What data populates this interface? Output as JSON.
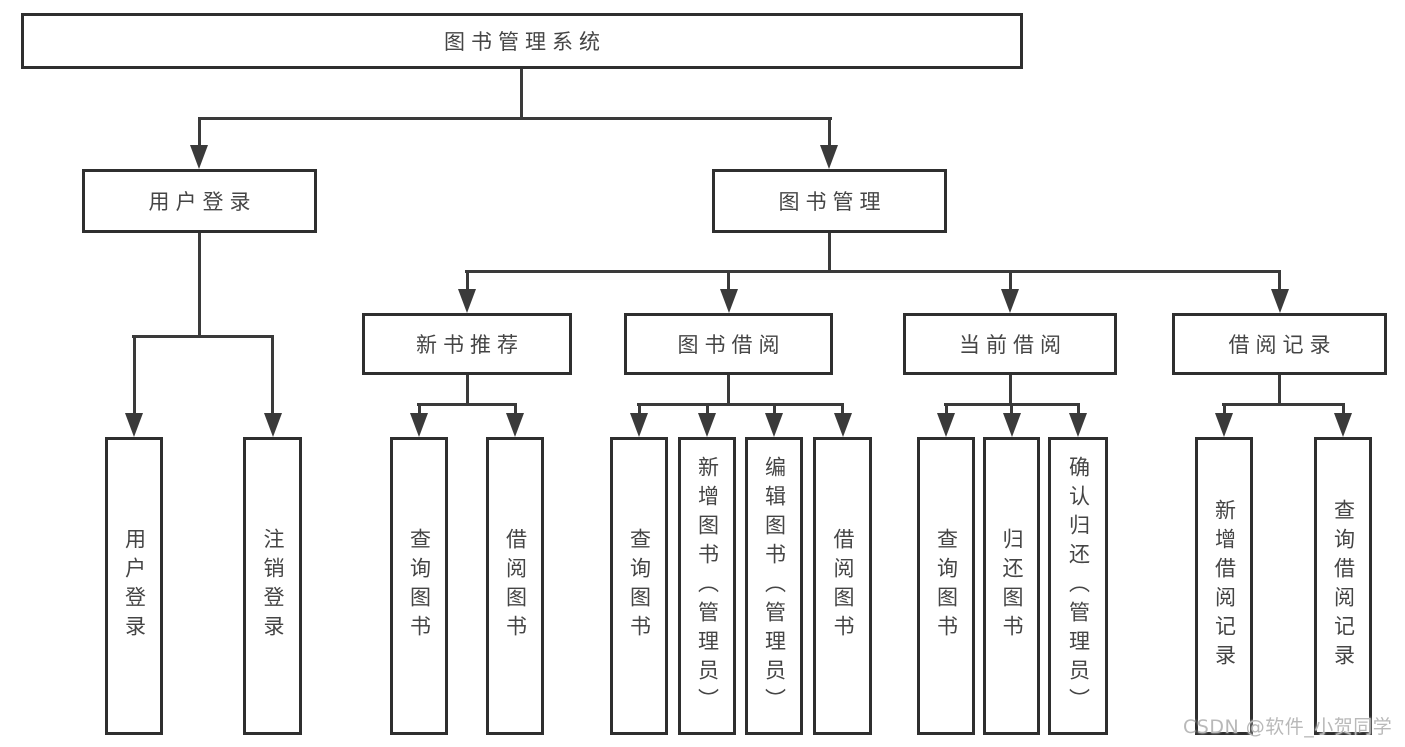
{
  "title": {
    "label": "图书管理系统"
  },
  "branches": {
    "user_login": {
      "label": "用户登录"
    },
    "book_mgmt": {
      "label": "图书管理"
    }
  },
  "modules": {
    "new_books": {
      "label": "新书推荐"
    },
    "book_borrow": {
      "label": "图书借阅"
    },
    "current_borrow": {
      "label": "当前借阅"
    },
    "borrow_records": {
      "label": "借阅记录"
    }
  },
  "functions": {
    "user_login": [
      "用户登录",
      "注销登录"
    ],
    "new_books": [
      "查询图书",
      "借阅图书"
    ],
    "book_borrow": [
      "查询图书",
      "新增图书（管理员）",
      "编辑图书（管理员）",
      "借阅图书"
    ],
    "current_borrow": [
      "查询图书",
      "归还图书",
      "确认归还（管理员）"
    ],
    "borrow_records": [
      "新增借阅记录",
      "查询借阅记录"
    ]
  },
  "watermark": {
    "label": "CSDN @软件_小贺同学"
  },
  "colors": {
    "line": "#3a3a3a",
    "border": "#2f2f2f",
    "text": "#454545",
    "watermark": "#b9b9b9",
    "background": "#ffffff"
  }
}
